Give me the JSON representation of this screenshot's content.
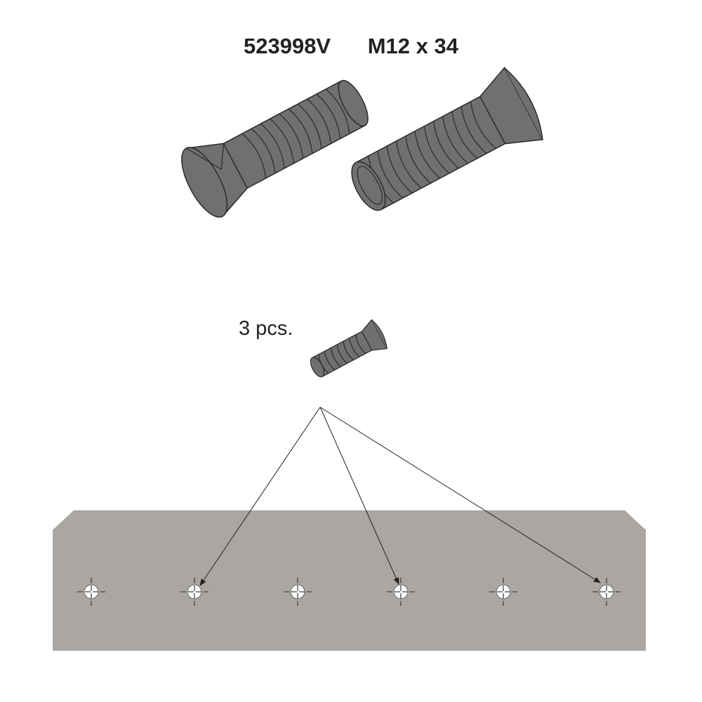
{
  "header": {
    "part_number": "523998V",
    "size": "M12 x 34"
  },
  "quantity_label": "3 pcs.",
  "colors": {
    "bolt": "#717071",
    "plate": "#aaa6a2",
    "outline": "#2a2a2a"
  },
  "plate": {
    "hole_count": 6,
    "highlighted_holes": [
      2,
      4,
      6
    ]
  }
}
